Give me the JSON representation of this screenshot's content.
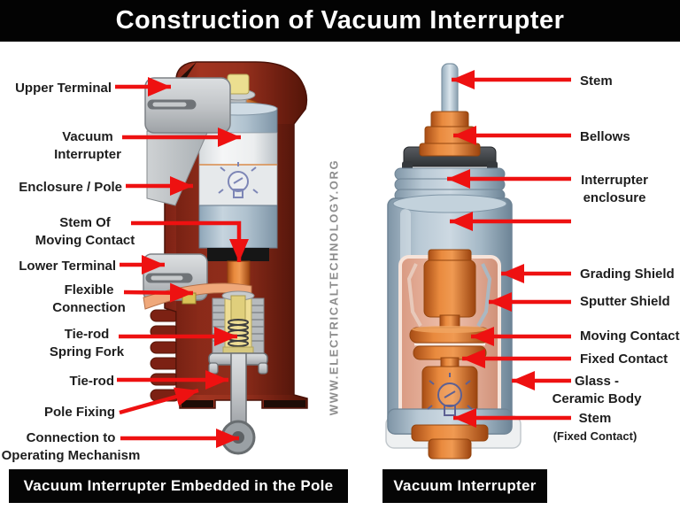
{
  "title": "Construction of Vacuum Interrupter",
  "watermark": "WWW.ELECTRICALTECHNOLOGY.ORG",
  "colors": {
    "arrow_red": "#ee1111",
    "pole_maroon": "#8e2c1a",
    "copper_orange": "#d9751f",
    "steel_blue": "#aebfcc",
    "title_bg": "#030303",
    "title_fg": "#ffffff",
    "label_text": "#1e1e1e"
  },
  "left_diagram": {
    "caption": "Vacuum Interrupter Embedded in the Pole",
    "labels": [
      {
        "id": "upper-terminal",
        "line1": "Upper Terminal"
      },
      {
        "id": "vacuum-interrupter",
        "line1": "Vacuum",
        "line2": "Interrupter"
      },
      {
        "id": "enclosure-pole",
        "line1": "Enclosure / Pole"
      },
      {
        "id": "stem-of-moving-contact",
        "line1": "Stem Of",
        "line2": "Moving Contact"
      },
      {
        "id": "lower-terminal",
        "line1": "Lower Terminal"
      },
      {
        "id": "flexible-connection",
        "line1": "Flexible",
        "line2": "Connection"
      },
      {
        "id": "tie-rod-spring-fork",
        "line1": "Tie-rod",
        "line2": "Spring Fork"
      },
      {
        "id": "tie-rod",
        "line1": "Tie-rod"
      },
      {
        "id": "pole-fixing",
        "line1": "Pole Fixing"
      },
      {
        "id": "connection-to-operating-mechanism",
        "line1": "Connection to",
        "line2": "Operating Mechanism"
      }
    ]
  },
  "right_diagram": {
    "caption": "Vacuum Interrupter",
    "labels": [
      {
        "id": "stem",
        "line1": "Stem"
      },
      {
        "id": "bellows",
        "line1": "Bellows"
      },
      {
        "id": "interrupter-enclosure",
        "line1": "Interrupter",
        "line2": "enclosure"
      },
      {
        "id": "grading-shield",
        "line1": "Grading Shield"
      },
      {
        "id": "sputter-shield",
        "line1": "Sputter Shield"
      },
      {
        "id": "moving-contact",
        "line1": "Moving Contact"
      },
      {
        "id": "fixed-contact",
        "line1": "Fixed Contact"
      },
      {
        "id": "glass-ceramic-body",
        "line1": "Glass -",
        "line2": "Ceramic Body"
      },
      {
        "id": "stem-fixed-contact",
        "line1": "Stem",
        "line2": "(Fixed Contact)"
      }
    ]
  }
}
